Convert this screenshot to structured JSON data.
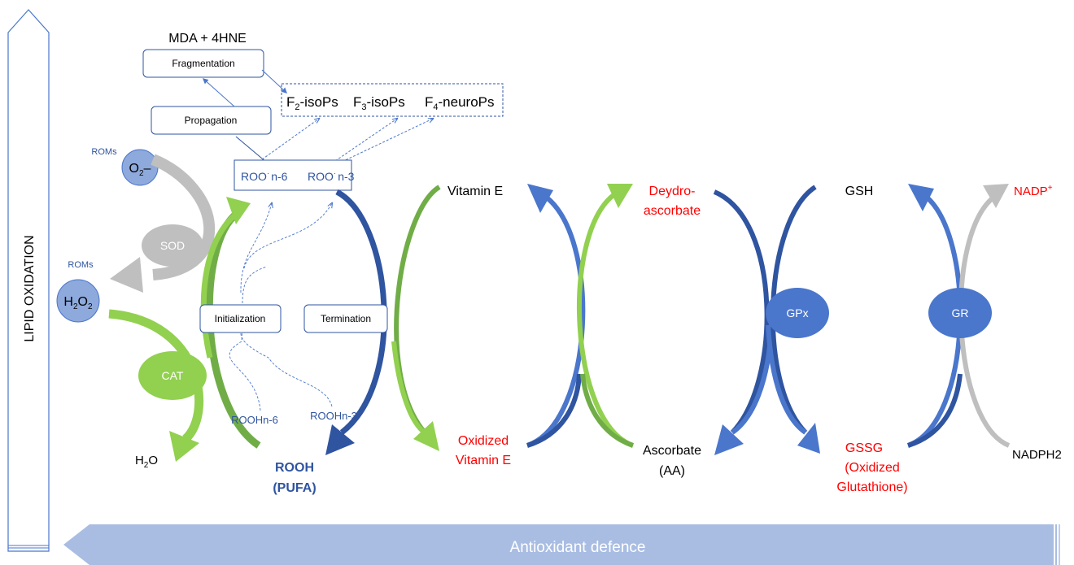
{
  "axis": {
    "vertical_label": "LIPID OXIDATION",
    "horizontal_label": "Antioxidant defence"
  },
  "oxidation_products": {
    "header": "MDA + 4HNE",
    "fragmentation": "Fragmentation",
    "propagation": "Propagation",
    "iso1_main": "F",
    "iso1_sub": "2",
    "iso1_rest": "-isoPs",
    "iso2_main": "F",
    "iso2_sub": "3",
    "iso2_rest": "-isoPs",
    "iso3_main": "F",
    "iso3_sub": "4",
    "iso3_rest": "-neuroPs"
  },
  "radicals": {
    "roo_n6_main": "ROO",
    "roo_n6_sup": "·",
    "roo_n6_rest": "n-6",
    "roo_n3_main": "ROO",
    "roo_n3_sup": "·",
    "roo_n3_rest": "n-3",
    "rooh_n6": "ROOHn-6",
    "rooh_n3": "ROOHn-3",
    "initialization": "Initialization",
    "termination": "Termination",
    "rooh_line1": "ROOH",
    "rooh_line2": "(PUFA)"
  },
  "roms": {
    "label_top": "ROMs",
    "label_bottom": "ROMs",
    "o2_main": "O",
    "o2_sub": "2",
    "o2_rest": "–",
    "h2o2_a": "H",
    "h2o2_sub1": "2",
    "h2o2_b": "O",
    "h2o2_sub2": "2",
    "sod": "SOD",
    "cat": "CAT",
    "h2o_a": "H",
    "h2o_sub": "2",
    "h2o_b": "O"
  },
  "antioxidants": {
    "vitamin_e": "Vitamin E",
    "oxidized_vit_e_1": "Oxidized",
    "oxidized_vit_e_2": "Vitamin E",
    "dehydro_1": "Deydro-",
    "dehydro_2": "ascorbate",
    "ascorbate_1": "Ascorbate",
    "ascorbate_2": "(AA)",
    "gsh": "GSH",
    "gpx": "GPx",
    "gssg_1": "GSSG",
    "gssg_2": "(Oxidized",
    "gssg_3": "Glutathione)",
    "gr": "GR",
    "nadp_main": "NADP",
    "nadp_sup": "+",
    "nadph2": "NADPH2"
  },
  "colors": {
    "dark_blue": "#2f54a0",
    "mid_blue": "#4a76cc",
    "light_green": "#92d050",
    "dark_green": "#70ad47",
    "grey": "#bfbfbf",
    "red": "#ff0000",
    "pale_blue": "#a9bde3",
    "circle_blue": "#8ea9db"
  }
}
